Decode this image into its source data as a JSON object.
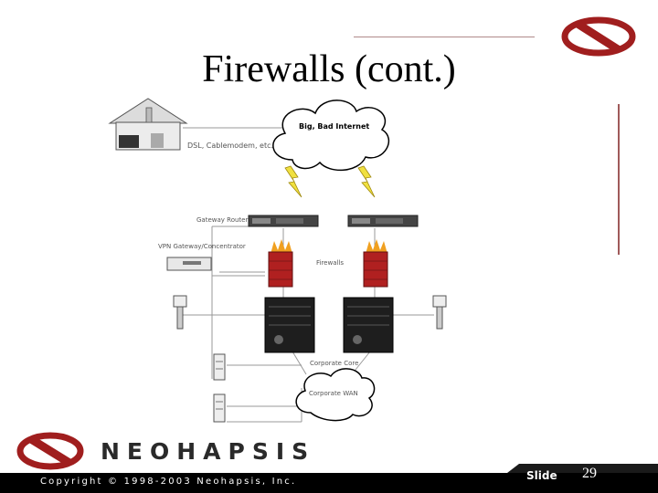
{
  "slide": {
    "title": "Firewalls (cont.)",
    "number": "29",
    "slide_label": "Slide"
  },
  "diagram": {
    "cloud_internet": "Big, Bad Internet",
    "home_label": "DSL, Cablemodem, etc.",
    "gateway_label": "Gateway Routers",
    "vpn_label": "VPN Gateway/Concentrator",
    "firewalls_label": "Firewalls",
    "corporate_core": "Corporate Core",
    "corporate_wan": "Corporate WAN"
  },
  "footer": {
    "brand": "NEOHAPSIS",
    "copyright": "Copyright © 1998-2003 Neohapsis, Inc."
  },
  "colors": {
    "brand_red": "#a01e1e",
    "footer_bg": "#000000"
  }
}
